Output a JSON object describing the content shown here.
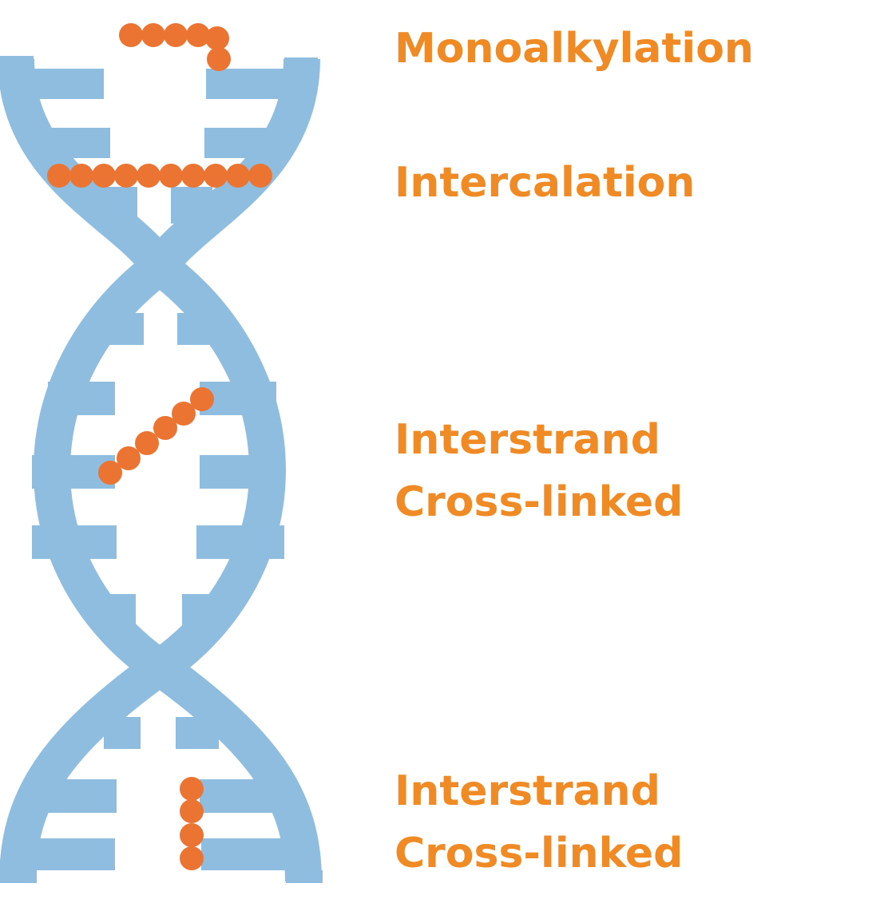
{
  "colors": {
    "helix": "#8EBDE0",
    "molecule": "#EC7433",
    "label": "#EF8A24",
    "background": "#FFFFFF"
  },
  "labels": {
    "monoalkylation": "Monoalkylation",
    "intercalation": "Intercalation",
    "interstrand_1_line1": "Interstrand",
    "interstrand_1_line2": "Cross-linked",
    "interstrand_2_line1": "Interstrand",
    "interstrand_2_line2": "Cross-linked"
  }
}
